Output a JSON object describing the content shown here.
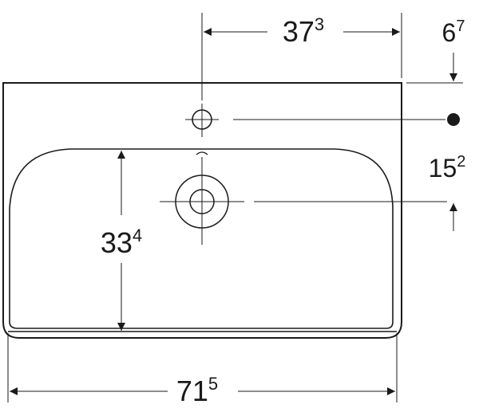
{
  "dimensions": {
    "width_total": {
      "main": "71",
      "sup": "5"
    },
    "depth_basin": {
      "main": "33",
      "sup": "4"
    },
    "tap_offset_x": {
      "main": "37",
      "sup": "3"
    },
    "tap_offset_y": {
      "main": "6",
      "sup": "7"
    },
    "drain_offset": {
      "main": "15",
      "sup": "2"
    }
  },
  "colors": {
    "stroke": "#1a1a1a",
    "background": "#ffffff"
  }
}
